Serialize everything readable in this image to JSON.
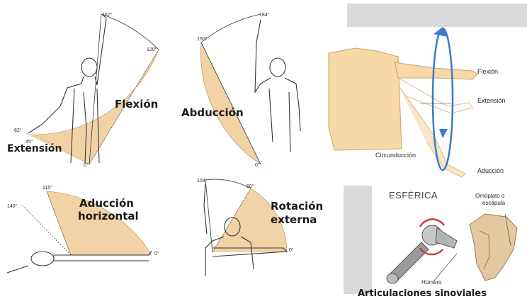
{
  "colors": {
    "fill": "#f2d3a6",
    "stroke": "#333333",
    "skin": "#f6d9a6",
    "arrow": "#3b7bd0",
    "gray": "#d9d9d9"
  },
  "flexion": {
    "label_main": "Flexión",
    "label_ext": "Extensión",
    "angles": [
      "167°",
      "120°",
      "62°",
      "45°",
      "0°"
    ]
  },
  "abduccion": {
    "label_main": "Abducción",
    "angles": [
      "184°",
      "150°",
      "0°"
    ]
  },
  "aduccion_horizontal": {
    "label_line1": "Aducción",
    "label_line2": "horizontal",
    "angles": [
      "115°",
      "140°",
      "0°"
    ]
  },
  "rotacion": {
    "label_line1": "Rotación",
    "label_line2": "externa",
    "angles": [
      "104°",
      "60°",
      "0°"
    ]
  },
  "circunduccion": {
    "labels": [
      "Flexión",
      "Extensión",
      "Circunducción",
      "Aducción"
    ]
  },
  "esferica": {
    "title": "ESFÉRICA",
    "label_omoplato_1": "Omóplato o",
    "label_omoplato_2": "escápula",
    "label_humero": "Húmero",
    "cut_text": "Articulaciones sinoviales"
  }
}
